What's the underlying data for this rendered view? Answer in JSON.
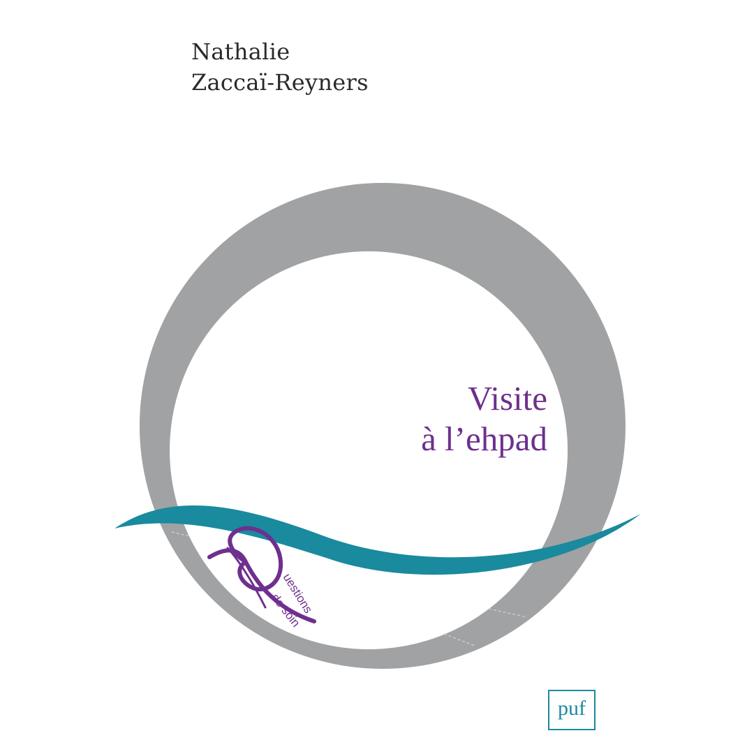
{
  "cover": {
    "author_line1": "Nathalie",
    "author_line2": "Zaccaï-Reyners",
    "title_line1": "Visite",
    "title_line2": "à l’ehpad",
    "series_line1": "uestions",
    "series_line2": "de soin",
    "series_icon": "q-ribbon-logo",
    "publisher": "puf"
  },
  "colors": {
    "ring": "#a1a2a4",
    "wave": "#1a8a9e",
    "title": "#6e2f8e",
    "series_logo": "#6e2f8e",
    "publisher": "#1a8a9e",
    "author": "#2a2a2a"
  }
}
